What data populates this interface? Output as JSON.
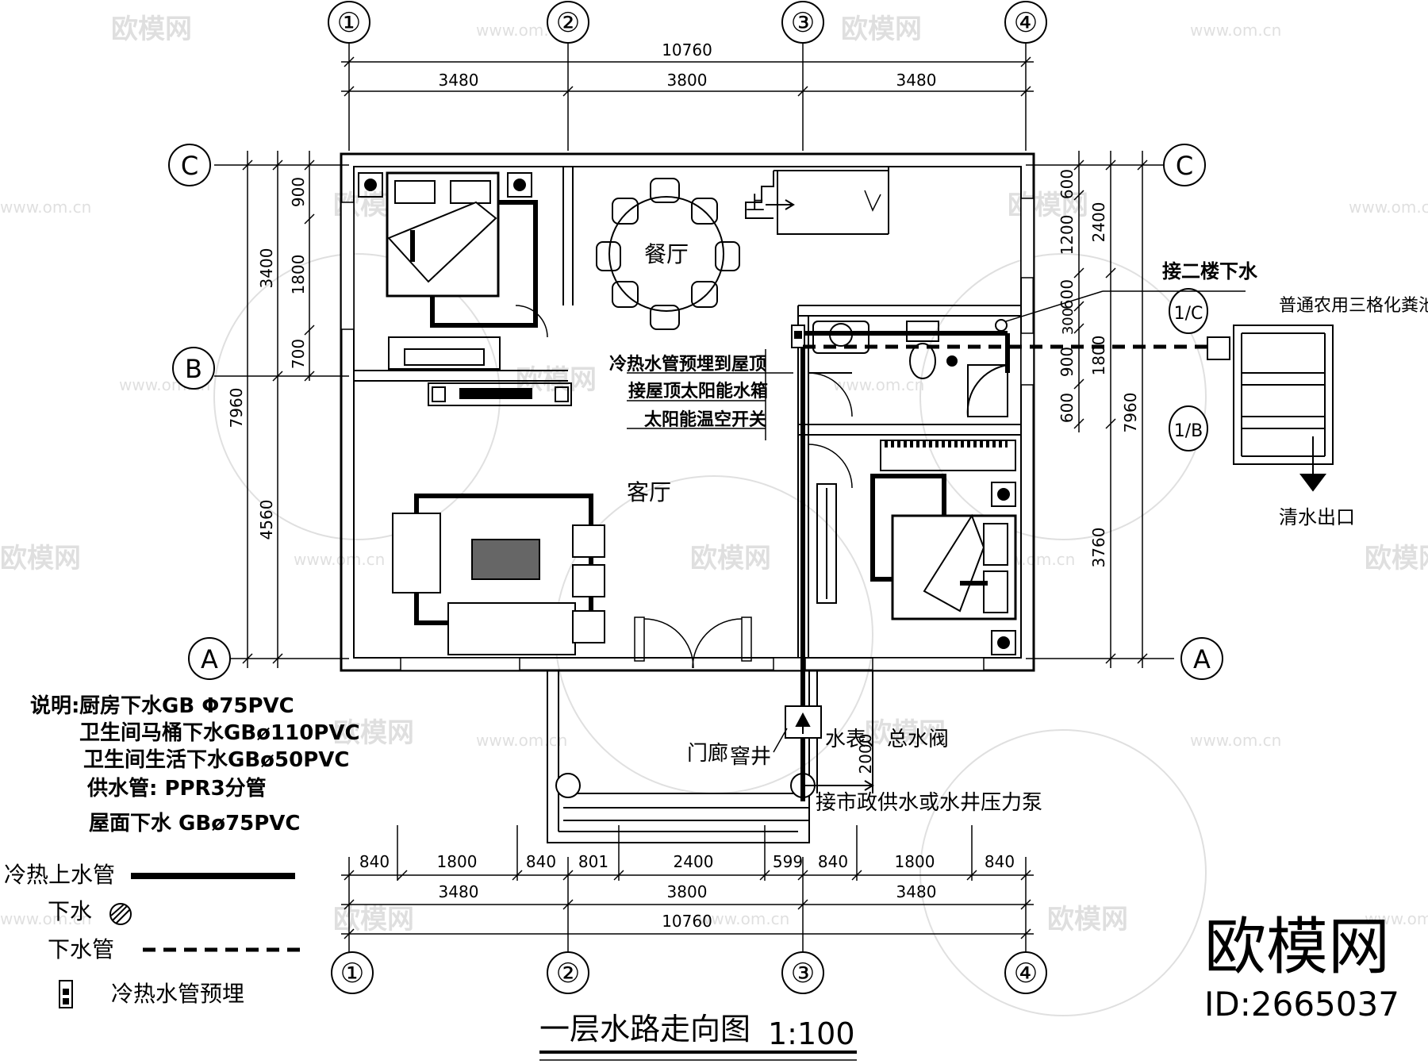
{
  "grid": {
    "cols": [
      "①",
      "②",
      "③",
      "④"
    ],
    "rows": [
      "C",
      "B",
      "A"
    ],
    "detail_marks": [
      "1/C",
      "1/B"
    ]
  },
  "dims": {
    "top_total": "10760",
    "top_spans": [
      "3480",
      "3800",
      "3480"
    ],
    "bottom_detail": [
      "840",
      "1800",
      "840",
      "801",
      "2400",
      "599",
      "840",
      "1800",
      "840"
    ],
    "bottom_spans": [
      "3480",
      "3800",
      "3480"
    ],
    "bottom_total": "10760",
    "left_total": "7960",
    "left_mid": [
      "3400",
      "4560"
    ],
    "left_inner": [
      "900",
      "1800",
      "700"
    ],
    "right_total": "7960",
    "right_mid": [
      "2400",
      "1800",
      "3760"
    ],
    "right_inner": [
      "600",
      "1200",
      "600",
      "300",
      "900",
      "600"
    ],
    "porch": "2000"
  },
  "rooms": {
    "dining": "餐厅",
    "living": "客厅",
    "porch": "门廊",
    "stair_up": "上"
  },
  "notes": {
    "roof_pipe": "冷热水管预埋到屋顶",
    "solar_tank": "接屋顶太阳能水箱",
    "solar_switch": "太阳能温空开关",
    "upper_drain": "接二楼下水",
    "septic": "普通农用三格化粪池",
    "clear_out": "清水出口",
    "meter": "水表、总水阀",
    "well": "窨井",
    "supply": "接市政供水或水井压力泵"
  },
  "spec": {
    "label": "说明:",
    "lines": [
      "厨房下水GB Φ75PVC",
      "卫生间马桶下水GBø110PVC",
      "卫生间生活下水GBø50PVC",
      "供水管: PPR3分管",
      "屋面下水 GBø75PVC"
    ]
  },
  "legend": {
    "supply": "冷热上水管",
    "drain_point": "下水",
    "drain_pipe": "下水管",
    "preburied": "冷热水管预埋"
  },
  "watermark": {
    "text": "欧模网",
    "url": "www.om.cn",
    "brand": "欧模网",
    "id": "ID:2665037"
  },
  "title": {
    "main": "一层水路走向图",
    "scale": "1:100"
  }
}
